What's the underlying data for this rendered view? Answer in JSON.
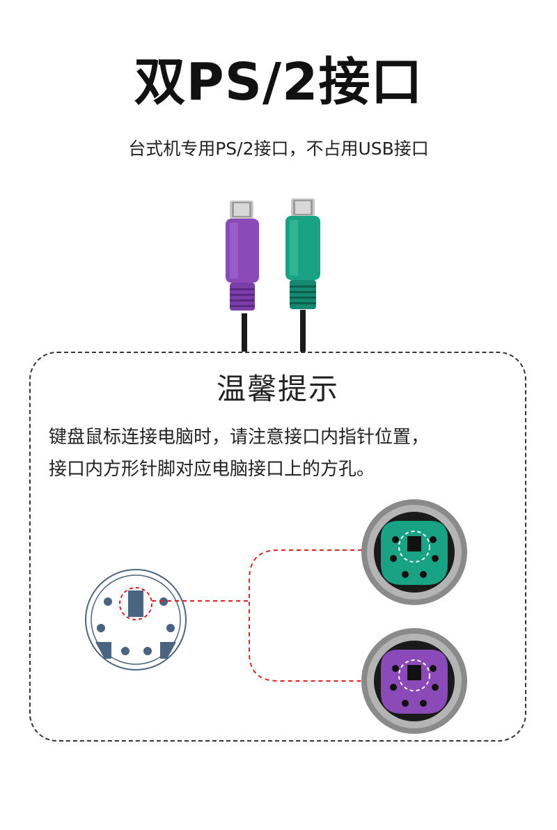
{
  "header": {
    "title": "双PS/2接口",
    "subtitle": "台式机专用PS/2接口，不占用USB接口"
  },
  "tip": {
    "title": "温馨提示",
    "line1": "键盘鼠标连接电脑时，请注意接口内指针位置，",
    "line2": "接口内方形针脚对应电脑接口上的方孔。"
  },
  "colors": {
    "mouse_green": "#1aa284",
    "keyboard_purple": "#8a4bb8",
    "pin_diagram": "#4a6480",
    "callout_red": "#e02020"
  }
}
